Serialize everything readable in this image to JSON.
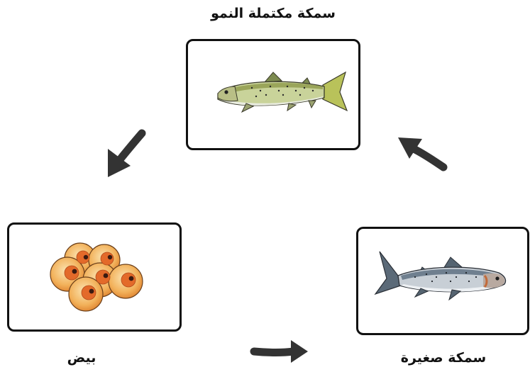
{
  "stages": {
    "adult": {
      "label": "سمكة مكتملة النمو",
      "icon": "adult-fish-icon"
    },
    "young": {
      "label": "سمكة صغيرة",
      "icon": "young-fish-icon"
    },
    "eggs": {
      "label": "بيض",
      "icon": "fish-eggs-icon"
    }
  },
  "colors": {
    "arrow": "#333333",
    "border": "#111111"
  }
}
